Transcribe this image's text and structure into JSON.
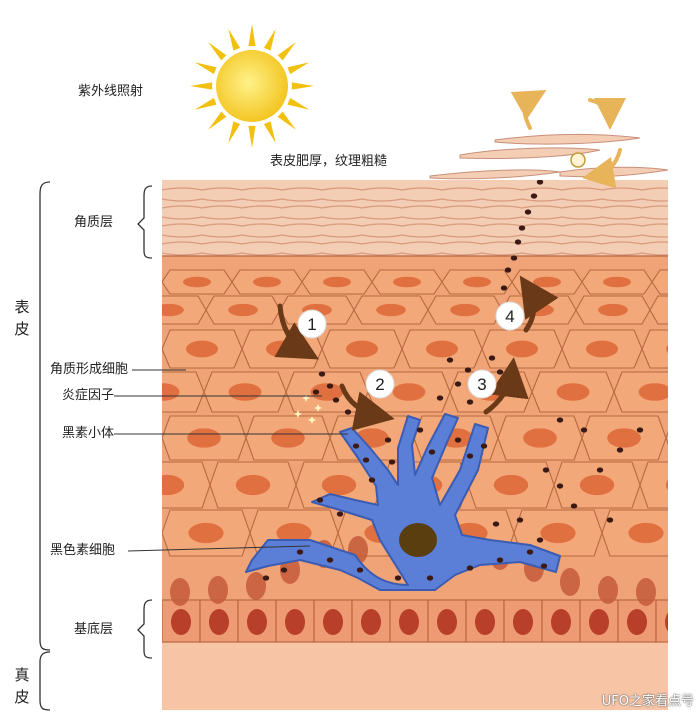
{
  "labels": {
    "uv": "紫外线照射",
    "thick": "表皮肥厚，纹理粗糙",
    "stratum_corneum": "角质层",
    "epidermis": "表皮",
    "keratinocyte": "角质形成细胞",
    "inflammatory": "炎症因子",
    "melanosome": "黑素小体",
    "melanocyte": "黑色素细胞",
    "basal": "基底层",
    "dermis": "真皮"
  },
  "steps": [
    "1",
    "2",
    "3",
    "4"
  ],
  "watermark": "UFO之家看点号",
  "colors": {
    "sun": "#f7d21e",
    "sun_rays": "#f2c10f",
    "cell_fill": "#f2a878",
    "cell_border": "#b8683f",
    "nucleus": "#e07040",
    "basal_nucleus": "#b8402a",
    "melanocyte": "#5b7fd6",
    "melanocyte_nucleus": "#5a3e10",
    "dermis": "#f7c4a6",
    "corneum": "#f3cdb4",
    "melanin_dot": "#3b1a16",
    "arrow": "#6a3a18",
    "circle_arrow": "#e8b45a"
  }
}
